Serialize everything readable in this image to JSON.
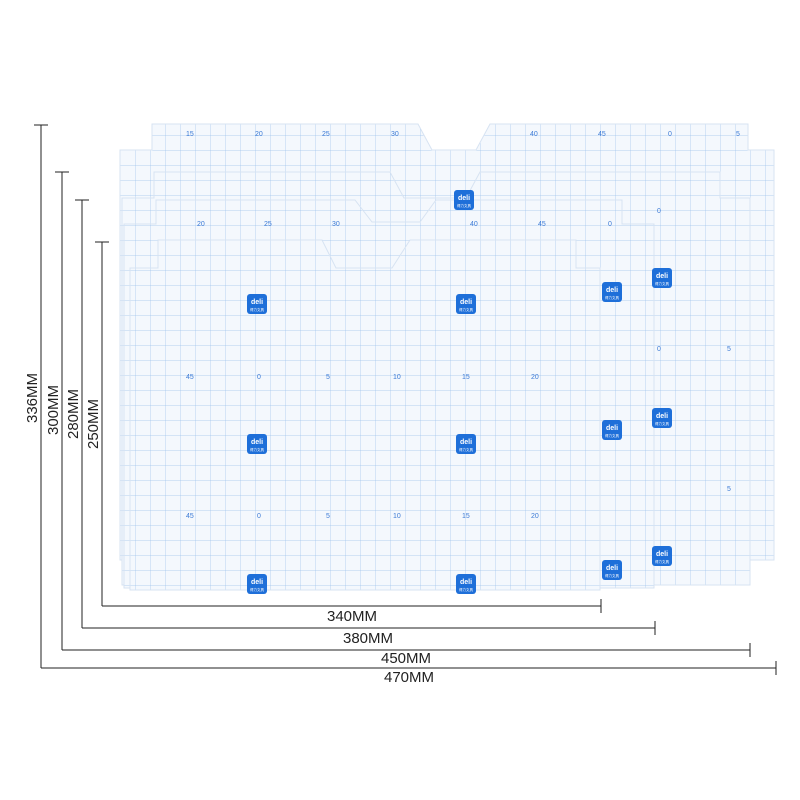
{
  "image": {
    "subject": "stacked-grid-book-covers",
    "colors": {
      "background": "#ffffff",
      "sheet": "#f4f8fd",
      "grid": "#9ec2ec",
      "grid_number": "#3d7bd6",
      "logo": "#1e6fd9",
      "dimension_line": "#222222"
    }
  },
  "dimensions": {
    "heights": [
      {
        "label": "336MM"
      },
      {
        "label": "300MM"
      },
      {
        "label": "280MM"
      },
      {
        "label": "250MM"
      }
    ],
    "widths": [
      {
        "label": "340MM"
      },
      {
        "label": "380MM"
      },
      {
        "label": "450MM"
      },
      {
        "label": "470MM"
      }
    ]
  },
  "sheet_numbers": {
    "top_row_back": [
      "15",
      "20",
      "25",
      "30",
      "40",
      "45",
      "0",
      "5"
    ],
    "top_row_third": [
      "20",
      "25",
      "30",
      "40",
      "45",
      "0"
    ],
    "mid_row": [
      "45",
      "0",
      "5",
      "10",
      "15",
      "20"
    ],
    "low_row": [
      "45",
      "0",
      "5",
      "10",
      "15",
      "20"
    ],
    "side_right": [
      "0",
      "5",
      "0",
      "5"
    ]
  },
  "logo": {
    "brand": "deli",
    "subtitle": "得力文具"
  }
}
